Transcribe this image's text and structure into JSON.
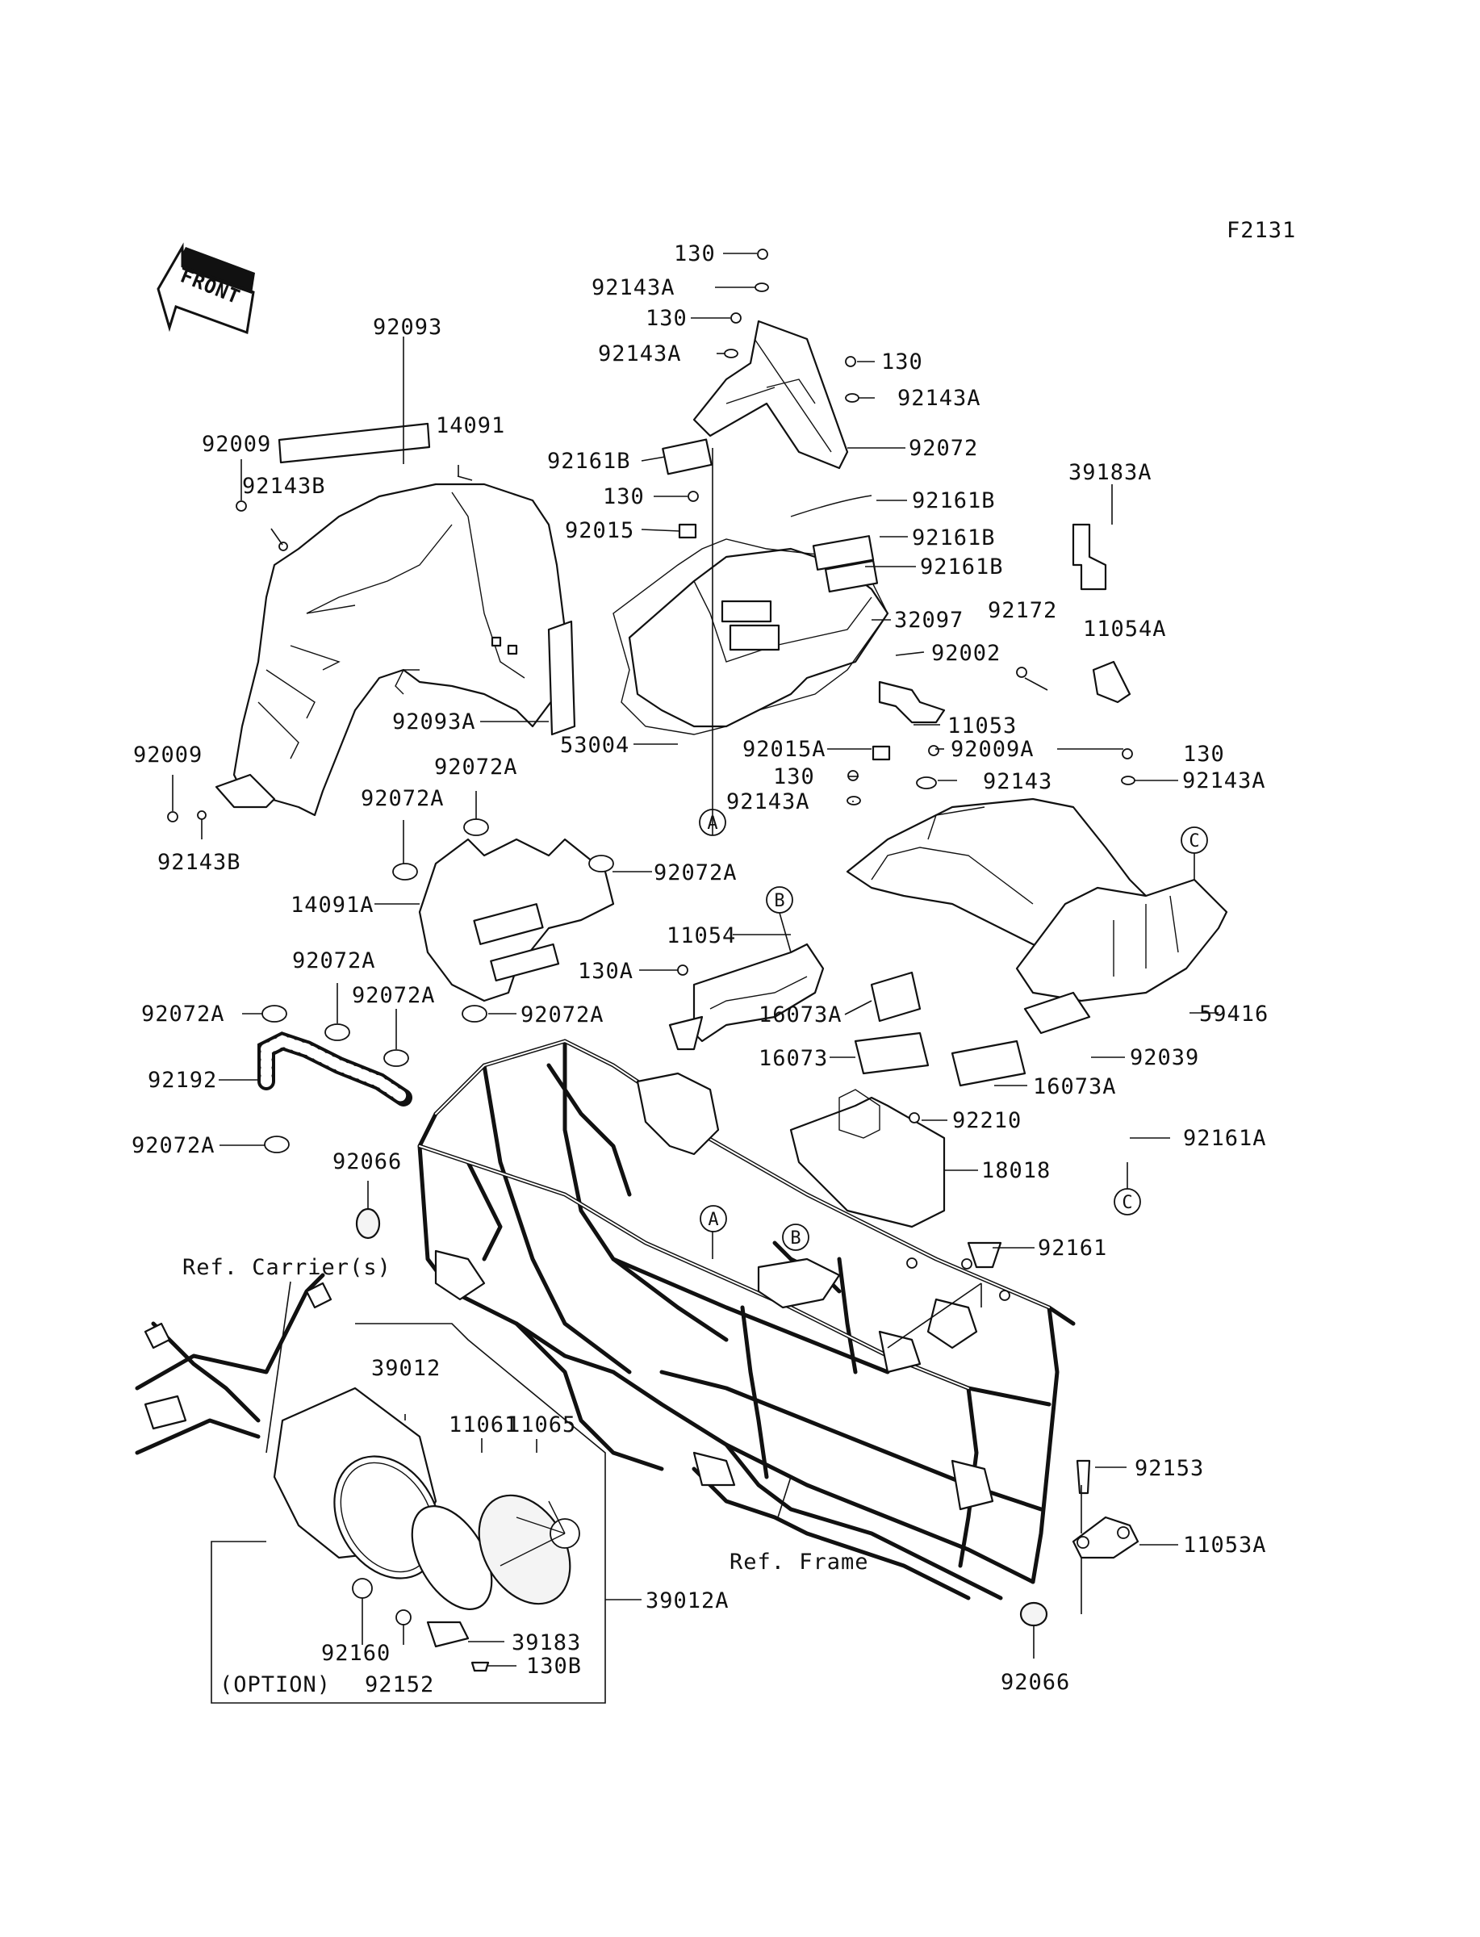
{
  "figure_code": "F2131",
  "front_badge": "FRONT",
  "callouts": {
    "A": "A",
    "B": "B",
    "C": "C"
  },
  "reference_notes": {
    "carrier": "Ref. Carrier(s)",
    "frame": "Ref. Frame",
    "option": "(OPTION)"
  },
  "part_labels": [
    "130",
    "92143A",
    "130",
    "92143A",
    "130",
    "92143A",
    "92072",
    "92093",
    "14091",
    "92009",
    "92143B",
    "92161B",
    "130",
    "92161B",
    "92015",
    "92161B",
    "92161B",
    "32097",
    "39183A",
    "92172",
    "11054A",
    "92002",
    "11053",
    "92093A",
    "53004",
    "92015A",
    "92009A",
    "130",
    "92009",
    "130",
    "92143",
    "92143A",
    "92143B",
    "92072A",
    "92143A",
    "92072A",
    "92072A",
    "14091A",
    "11054",
    "130A",
    "59416",
    "16073A",
    "92072A",
    "92072A",
    "92072A",
    "92072A",
    "16073",
    "92039",
    "16073A",
    "92192",
    "92210",
    "92072A",
    "18018",
    "92161A",
    "92066",
    "92161",
    "39012",
    "11061",
    "11065",
    "92153",
    "11053A",
    "39012A",
    "39183",
    "92160",
    "130B",
    "92152",
    "92066"
  ]
}
